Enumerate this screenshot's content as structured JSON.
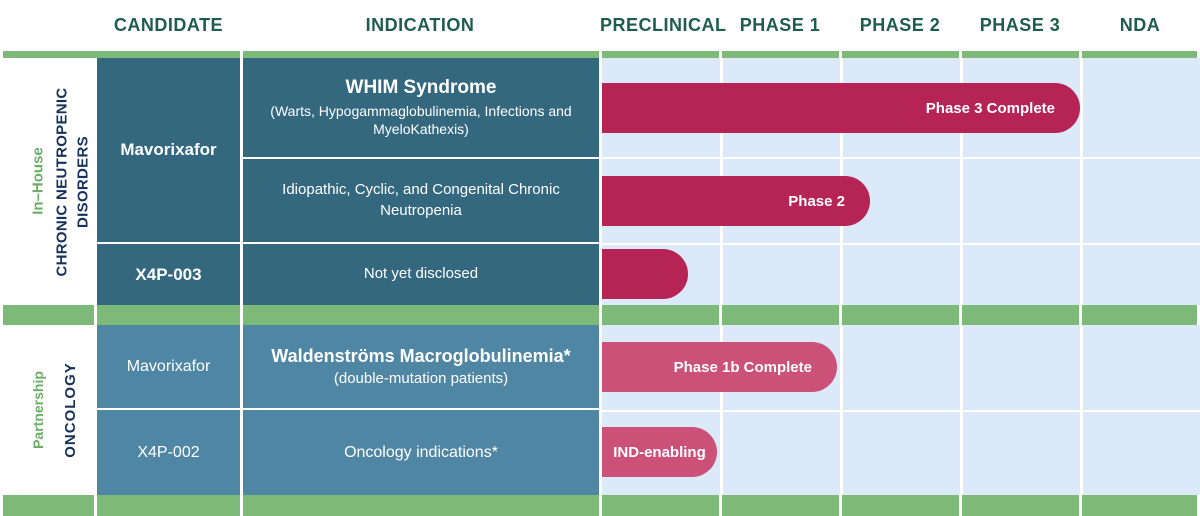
{
  "chart_data": {
    "type": "bar",
    "orientation": "horizontal",
    "stages": [
      "PRECLINICAL",
      "PHASE 1",
      "PHASE 2",
      "PHASE 3",
      "NDA"
    ],
    "series": [
      {
        "section": "In–House / Chronic Neutropenic Disorders",
        "candidate": "Mavorixafor",
        "indication": "WHIM Syndrome (Warts, Hypogammaglobulinemia, Infections and MyeloKathexis)",
        "bar_label": "Phase 3 Complete",
        "progress_stage_units": 4.0,
        "color": "#b62355"
      },
      {
        "section": "In–House / Chronic Neutropenic Disorders",
        "candidate": "Mavorixafor",
        "indication": "Idiopathic, Cyclic, and Congenital Chronic Neutropenia",
        "bar_label": "Phase 2",
        "progress_stage_units": 2.25,
        "color": "#b62355"
      },
      {
        "section": "In–House / Chronic Neutropenic Disorders",
        "candidate": "X4P-003",
        "indication": "Not yet disclosed",
        "bar_label": "",
        "progress_stage_units": 0.72,
        "color": "#b62355"
      },
      {
        "section": "Partnership / Oncology",
        "candidate": "Mavorixafor",
        "indication": "Waldenströms Macroglobulinemia* (double-mutation patients)",
        "bar_label": "Phase 1b Complete",
        "progress_stage_units": 1.96,
        "color": "#cb5179"
      },
      {
        "section": "Partnership / Oncology",
        "candidate": "X4P-002",
        "indication": "Oncology indications*",
        "bar_label": "IND-enabling",
        "progress_stage_units": 0.96,
        "color": "#cb5179"
      }
    ],
    "legend": "off",
    "grid": "on"
  },
  "header": {
    "columns": [
      "CANDIDATE",
      "INDICATION",
      "PRECLINICAL",
      "PHASE 1",
      "PHASE 2",
      "PHASE 3",
      "NDA"
    ]
  },
  "sections": [
    {
      "ownership_label": "In–House",
      "category_label": "CHRONIC NEUTROPENIC DISORDERS",
      "rows": [
        {
          "candidate": "Mavorixafor",
          "indication_title": "WHIM Syndrome",
          "indication_sub": "(Warts, Hypogammaglobulinemia, Infections and MyeloKathexis)",
          "bar": {
            "label": "Phase 3 Complete",
            "style": "left:0;top:25px;width:478px;background:#b62355"
          }
        },
        {
          "indication_text": "Idiopathic, Cyclic, and Congenital Chronic Neutropenia",
          "bar": {
            "label": "Phase 2",
            "style": "left:0;top:118px;width:268px;background:#b62355"
          }
        },
        {
          "candidate": "X4P-003",
          "indication_text": "Not yet disclosed",
          "bar": {
            "label": "",
            "style": "left:0;top:191px;width:86px;background:#b62355"
          }
        }
      ]
    },
    {
      "ownership_label": "Partnership",
      "category_label": "ONCOLOGY",
      "rows": [
        {
          "candidate": "Mavorixafor",
          "indication_title": "Waldenströms Macroglobulinemia*",
          "indication_sub": "(double-mutation patients)",
          "bar": {
            "label": "Phase 1b Complete",
            "style": "left:0;top:284px;width:235px;background:#cb5179"
          }
        },
        {
          "candidate": "X4P-002",
          "indication_text": "Oncology indications*",
          "bar": {
            "label": "IND-enabling",
            "style": "left:0;top:369px;width:115px;background:#cb5179"
          }
        }
      ]
    }
  ],
  "colors": {
    "bar_crimson": "#b62355",
    "bar_pink": "#cb5179",
    "cell_teal_dark": "#33687f",
    "cell_teal_light": "#4f86a4",
    "band_green": "#7dba79",
    "chart_background": "#dce9f8",
    "header_text_green": "#1e5c4c",
    "ownership_text_green": "#6cae67",
    "category_text_navy": "#15325b"
  }
}
